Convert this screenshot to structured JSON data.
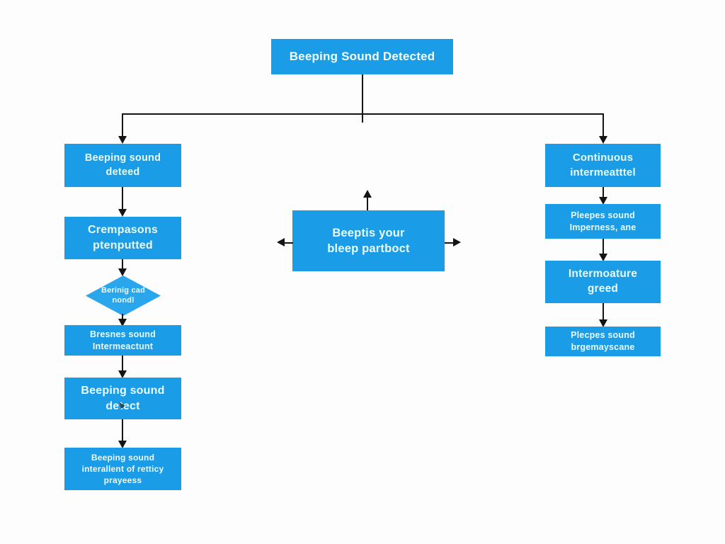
{
  "diagram": {
    "type": "flowchart",
    "title_node": {
      "label": "Beeping Sound Detected"
    },
    "center_node": {
      "label": "Beeptis your\nbleep partboct"
    },
    "left_column": {
      "nodes": [
        {
          "label": "Beeping sound\ndeteed",
          "shape": "rect"
        },
        {
          "label": "Crempasons\nptenputted",
          "shape": "rect"
        },
        {
          "label": "Berinig cad\nnondl",
          "shape": "diamond"
        },
        {
          "label": "Bresnes sound\nIntermeactunt",
          "shape": "rect"
        },
        {
          "label": "Beeping sound\ndetect",
          "shape": "rect"
        },
        {
          "label": "Beeping sound\ninterallent of retticy\nprayeess",
          "shape": "rect"
        }
      ]
    },
    "right_column": {
      "nodes": [
        {
          "label": "Continuous\nintermeatttel",
          "shape": "rect"
        },
        {
          "label": "Pleepes sound\nImperness, ane",
          "shape": "rect"
        },
        {
          "label": "Intermoature\ngreed",
          "shape": "rect"
        },
        {
          "label": "Plecpes sound\nbrgemayscane",
          "shape": "rect"
        }
      ]
    },
    "colors": {
      "node_fill": "#1b9ce6",
      "diamond_fill": "#2aa7ec",
      "node_text": "#e8fbff",
      "connector": "#141414",
      "background": "#fdfdfd"
    }
  }
}
